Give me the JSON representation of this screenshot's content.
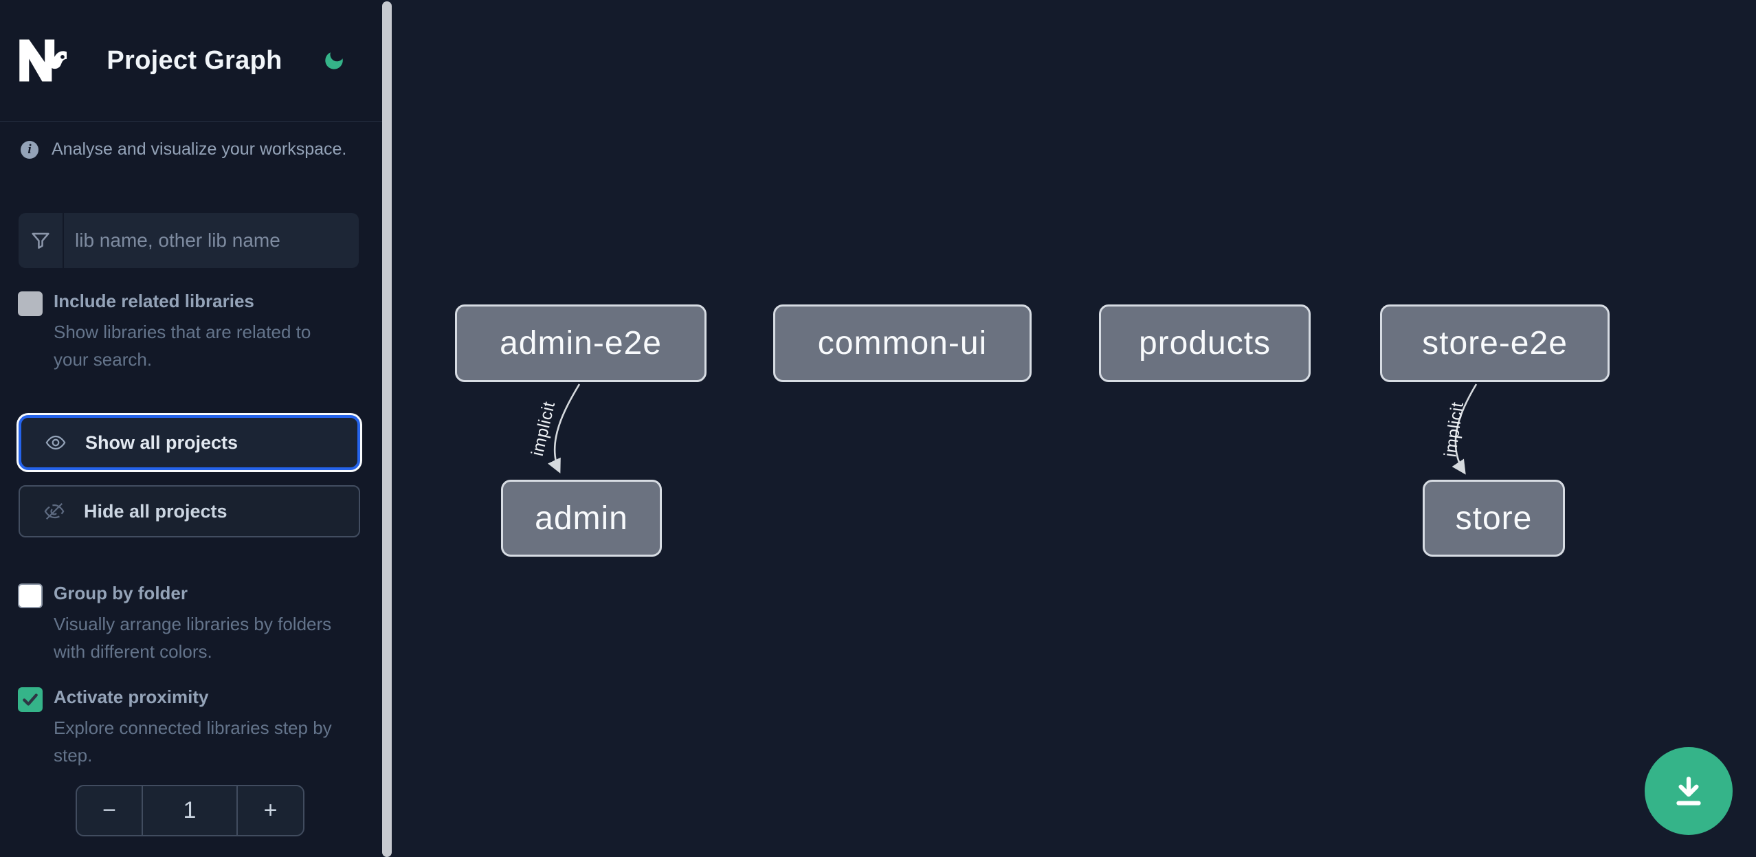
{
  "app": {
    "title": "Project Graph",
    "tagline": "Analyse and visualize your workspace."
  },
  "theme": {
    "accent_green": "#35b489",
    "focus_blue": "#2563eb",
    "node_fill": "#6b7280",
    "sidebar_bg": "#121827",
    "canvas_bg": "#141b2b"
  },
  "sidebar": {
    "search": {
      "placeholder": "lib name, other lib name"
    },
    "toggles": [
      {
        "label": "Include related libraries",
        "description": "Show libraries that are related to your search.",
        "checked": false
      },
      {
        "label": "Group by folder",
        "description": "Visually arrange libraries by folders with different colors.",
        "checked": false
      },
      {
        "label": "Activate proximity",
        "description": "Explore connected libraries step by step.",
        "checked": true
      }
    ],
    "buttons": {
      "show_all": "Show all projects",
      "hide_all": "Hide all projects"
    },
    "stepper": {
      "decrement": "−",
      "value": "1",
      "increment": "+"
    }
  },
  "graph": {
    "nodes": [
      {
        "id": "admin-e2e",
        "label": "admin-e2e"
      },
      {
        "id": "common-ui",
        "label": "common-ui"
      },
      {
        "id": "products",
        "label": "products"
      },
      {
        "id": "store-e2e",
        "label": "store-e2e"
      },
      {
        "id": "admin",
        "label": "admin"
      },
      {
        "id": "store",
        "label": "store"
      }
    ],
    "edges": [
      {
        "from": "admin-e2e",
        "to": "admin",
        "label": "implicit"
      },
      {
        "from": "store-e2e",
        "to": "store",
        "label": "implicit"
      }
    ]
  }
}
